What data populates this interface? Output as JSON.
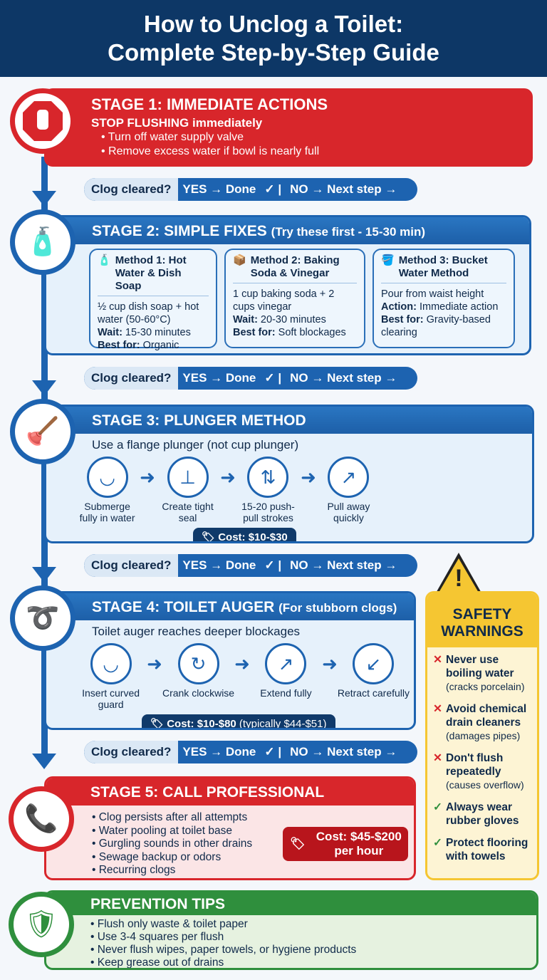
{
  "title": {
    "line1": "How to Unclog a Toilet:",
    "line2": "Complete Step-by-Step Guide"
  },
  "colors": {
    "navy": "#0d3766",
    "blue": "#1d63b0",
    "red": "#d8262b",
    "green": "#2f8f3d",
    "yellow": "#f5c632"
  },
  "check": {
    "question": "Clog cleared?",
    "yes": "YES → Done",
    "no": "NO → Next step →"
  },
  "stage1": {
    "title": "STAGE 1: IMMEDIATE ACTIONS",
    "subtitle": "STOP FLUSHING immediately",
    "items": [
      "Turn off water supply valve",
      "Remove excess water if bowl is nearly full"
    ],
    "icon": "stop-hand-icon"
  },
  "stage2": {
    "title": "STAGE 2: SIMPLE FIXES",
    "note": "(Try these first - 15-30 min)",
    "methods": [
      {
        "title": "Method 1: Hot Water & Dish Soap",
        "desc": "½ cup dish soap + hot water (50-60°C)",
        "k1": "Wait:",
        "v1": " 15-30 minutes",
        "k2": "Best for:",
        "v2": " Organic waste & toilet paper"
      },
      {
        "title": "Method 2: Baking Soda & Vinegar",
        "desc": "1 cup baking soda + 2 cups vinegar",
        "k1": "Wait:",
        "v1": " 20-30 minutes",
        "k2": "Best for:",
        "v2": " Soft blockages"
      },
      {
        "title": "Method 3: Bucket Water Method",
        "desc": "Pour from waist height",
        "k1": "Action:",
        "v1": " Immediate action",
        "k2": "Best for:",
        "v2": " Gravity-based clearing"
      }
    ]
  },
  "stage3": {
    "title": "STAGE 3: PLUNGER METHOD",
    "intro": "Use a flange plunger (not cup plunger)",
    "steps": [
      "Submerge fully in water",
      "Create tight seal",
      "15-20 push-pull strokes",
      "Pull away quickly"
    ],
    "cost": "Cost: $10-$30"
  },
  "stage4": {
    "title": "STAGE 4: TOILET AUGER",
    "note": "(For stubborn clogs)",
    "intro": "Toilet auger reaches deeper blockages",
    "steps": [
      "Insert curved guard",
      "Crank clockwise",
      "Extend fully",
      "Retract carefully"
    ],
    "cost": "Cost: $10-$80",
    "cost_note": " (typically $44-$51)"
  },
  "stage5": {
    "title": "STAGE 5: CALL PROFESSIONAL",
    "items": [
      "Clog persists after all attempts",
      "Water pooling at toilet base",
      "Gurgling sounds in other drains",
      "Sewage backup or odors",
      "Recurring clogs"
    ],
    "cost": "Cost: $45-$200 per hour"
  },
  "safety": {
    "title": "SAFETY WARNINGS",
    "items": [
      {
        "type": "x",
        "bold": "Never use boiling water",
        "note": "(cracks porcelain)"
      },
      {
        "type": "x",
        "bold": "Avoid chemical drain cleaners",
        "note": "(damages pipes)"
      },
      {
        "type": "x",
        "bold": "Don't flush repeatedly",
        "note": "(causes overflow)"
      },
      {
        "type": "check",
        "bold": "Always wear rubber gloves",
        "note": ""
      },
      {
        "type": "check",
        "bold": "Protect flooring with towels",
        "note": ""
      }
    ]
  },
  "prevention": {
    "title": "PREVENTION TIPS",
    "items": [
      "Flush only waste & toilet paper",
      "Use 3-4 squares per flush",
      "Never flush wipes, paper towels, or hygiene products",
      "Keep grease out of drains"
    ]
  }
}
